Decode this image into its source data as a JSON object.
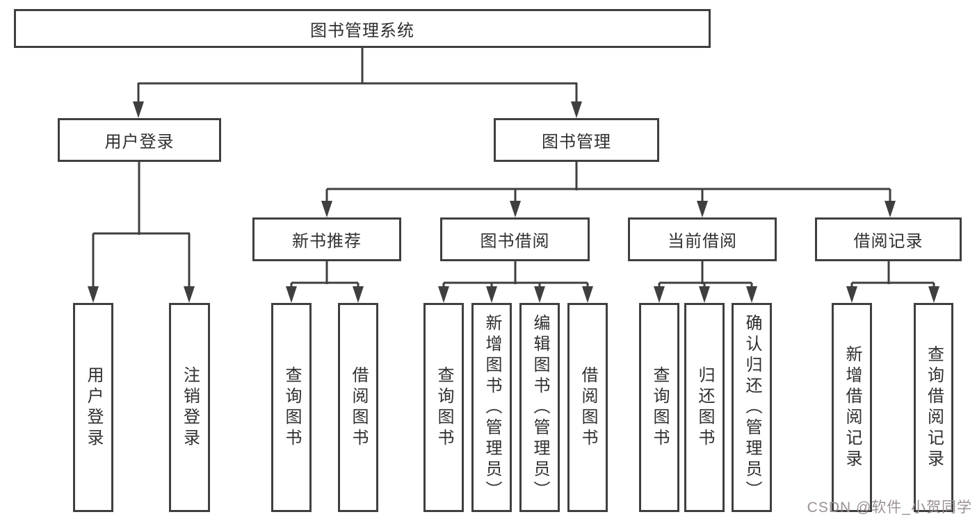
{
  "diagram": {
    "watermark": "CSDN @软件_小贺同学",
    "colors": {
      "line": "#3f3f3f",
      "text": "#2f2f2f",
      "background": "#ffffff",
      "watermark": "#9a9191"
    },
    "nodes": {
      "root": {
        "label": "图书管理系统"
      },
      "user_login": {
        "label": "用户登录"
      },
      "book_mgmt": {
        "label": "图书管理"
      },
      "login_leaf": {
        "label": "用户登录"
      },
      "logout_leaf": {
        "label": "注销登录"
      },
      "new_book_rec": {
        "label": "新书推荐"
      },
      "book_borrow": {
        "label": "图书借阅"
      },
      "current_borrow": {
        "label": "当前借阅"
      },
      "borrow_record": {
        "label": "借阅记录"
      },
      "nbr_query": {
        "label": "查询图书"
      },
      "nbr_borrow": {
        "label": "借阅图书"
      },
      "bb_query": {
        "label": "查询图书"
      },
      "bb_add": {
        "label": "新增图书（管理员）"
      },
      "bb_edit": {
        "label": "编辑图书（管理员）"
      },
      "bb_borrow": {
        "label": "借阅图书"
      },
      "cb_query": {
        "label": "查询图书"
      },
      "cb_return": {
        "label": "归还图书"
      },
      "cb_confirm": {
        "label": "确认归还（管理员）"
      },
      "br_add": {
        "label": "新增借阅记录"
      },
      "br_query": {
        "label": "查询借阅记录"
      }
    }
  }
}
